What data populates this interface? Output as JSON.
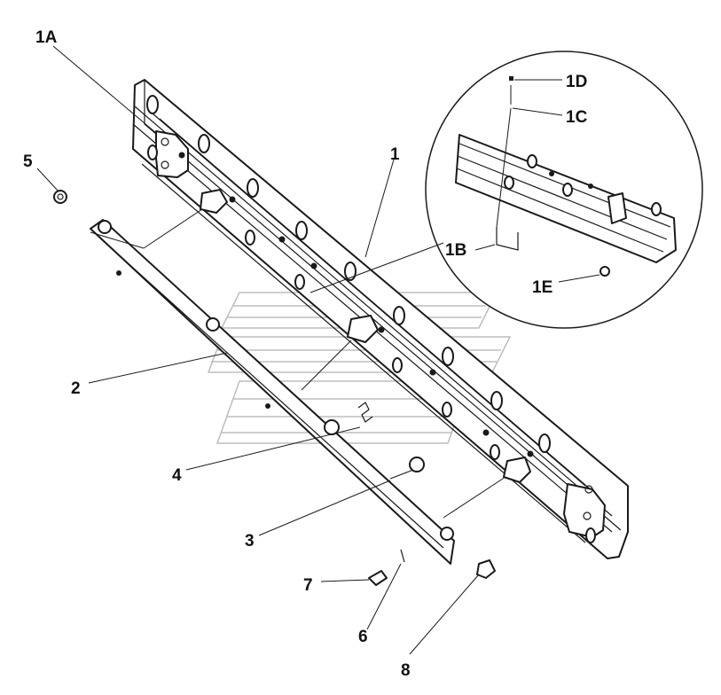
{
  "labels": {
    "l1A": "1A",
    "l1": "1",
    "l5": "5",
    "l2": "2",
    "l4": "4",
    "l3": "3",
    "l7": "7",
    "l6": "6",
    "l8": "8",
    "l1D": "1D",
    "l1C": "1C",
    "l1B": "1B",
    "l1E": "1E"
  },
  "colors": {
    "line": "#1a1a1a",
    "watermark": "#bdbdbd",
    "background": "#ffffff"
  }
}
